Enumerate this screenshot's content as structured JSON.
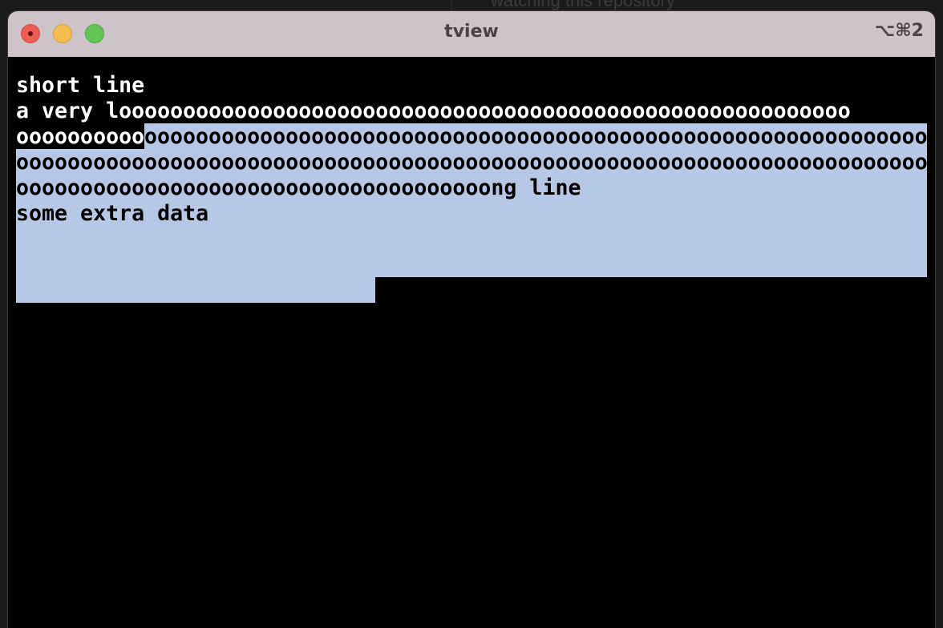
{
  "window": {
    "title": "tview",
    "shortcut": "⌥⌘2"
  },
  "background": {
    "text": "watching this repository"
  },
  "terminal": {
    "line1": "short line",
    "line2": "a very looooooooooooooooooooooooooooooooooooooooooooooooooooooooo",
    "line3_unselected": "oooooooooo",
    "line3_selected": "oooooooooooooooooooooooooooooooooooooooooooooooooooooooooooooooo",
    "line4": "oooooooooooooooooooooooooooooooooooooooooooooooooooooooooooooooooooooooo",
    "line5": "ooooooooooooooooooooooooooooooooooooong line",
    "line6": "some extra data"
  },
  "colors": {
    "selection": "#b5c9e7",
    "titlebar": "#cdc3c8",
    "terminal_bg": "#000000"
  }
}
